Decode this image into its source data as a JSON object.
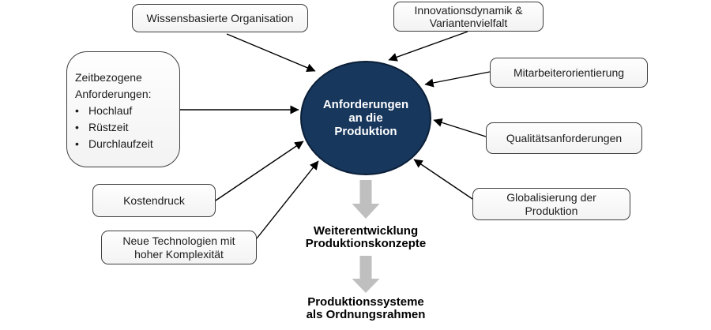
{
  "colors": {
    "circle_fill": "#17375D",
    "circle_text": "#FFFFFF",
    "box_fill": "#F7F7F7",
    "box_border": "#3F3F3F",
    "connector_line": "#000000",
    "block_arrow": "#BFBFBF"
  },
  "center": {
    "label": "Anforderungen\nan die\nProduktion"
  },
  "factors": {
    "wissensbasierte": {
      "label": "Wissensbasierte Organisation"
    },
    "innovationsdynamik": {
      "label": "Innovationsdynamik &\nVariantenvielfalt"
    },
    "zeitbezogene": {
      "title": "Zeitbezogene\nAnforderungen:",
      "bullet": "•",
      "items": [
        "Hochlauf",
        "Rüstzeit",
        "Durchlaufzeit"
      ]
    },
    "mitarbeiterorientierung": {
      "label": "Mitarbeiterorientierung"
    },
    "qualitaetsanforderungen": {
      "label": "Qualitätsanforderungen"
    },
    "kostendruck": {
      "label": "Kostendruck"
    },
    "globalisierung": {
      "label": "Globalisierung der\nProduktion"
    },
    "neue_technologien": {
      "label": "Neue Technologien mit\nhoher Komplexität"
    }
  },
  "outcomes": {
    "step1": "Weiterentwicklung\nProduktionskonzepte",
    "step2": "Produktionssysteme\nals Ordnungsrahmen"
  }
}
